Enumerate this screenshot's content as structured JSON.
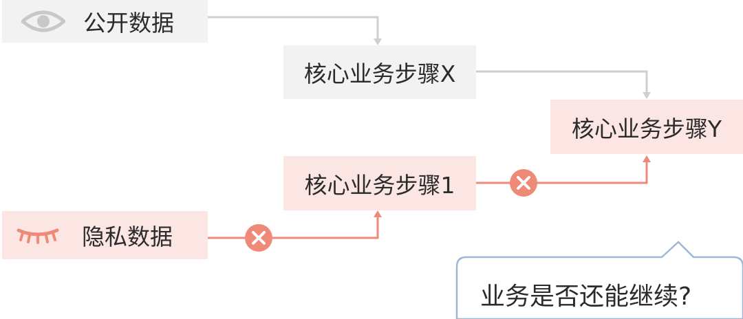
{
  "nodes": {
    "public_data": "公开数据",
    "core_step_x": "核心业务步骤X",
    "core_step_y": "核心业务步骤Y",
    "core_step_1": "核心业务步骤1",
    "private_data": "隐私数据"
  },
  "callout": {
    "text": "业务是否还能继续?"
  },
  "icons": {
    "public": "eye-open-icon",
    "private": "eye-closed-icon",
    "blocked": "blocked-x-icon"
  },
  "colors": {
    "public_box": "#f2f2f2",
    "private_box": "#fbe6e4",
    "public_line": "#cfcfcf",
    "private_line": "#ef8a78",
    "callout_border": "#9fb7d3"
  }
}
